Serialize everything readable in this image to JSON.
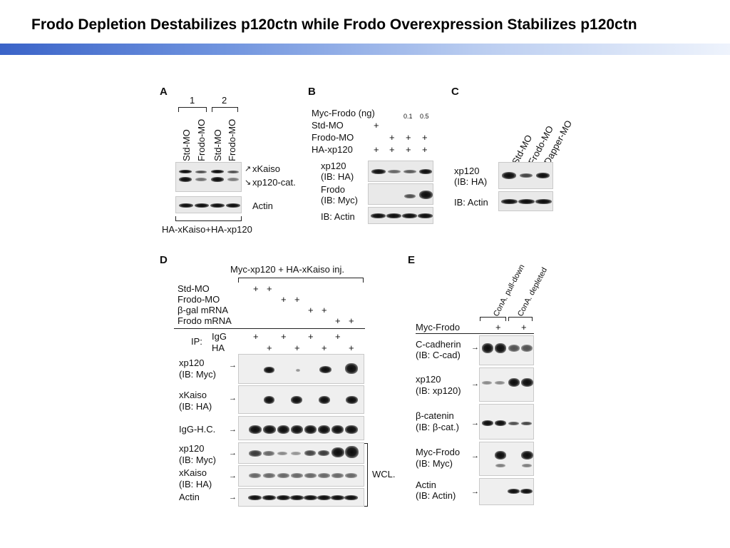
{
  "slide": {
    "title": "Frodo Depletion Destabilizes p120ctn while Frodo Overexpression Stabilizes p120ctn"
  },
  "figure": {
    "panelA": {
      "letter": "A",
      "groups": [
        "1",
        "2"
      ],
      "lanes": [
        "Std-MO",
        "Frodo-MO",
        "Std-MO",
        "Frodo-MO"
      ],
      "bands": [
        "xKaiso",
        "xp120-cat.",
        "Actin"
      ],
      "footer": "HA-xKaiso+HA-xp120"
    },
    "panelB": {
      "letter": "B",
      "rows": [
        {
          "label": "Myc-Frodo (ng)",
          "cells": [
            "",
            "",
            "0.1",
            "0.5"
          ]
        },
        {
          "label": "Std-MO",
          "cells": [
            "+",
            "",
            "",
            ""
          ]
        },
        {
          "label": "Frodo-MO",
          "cells": [
            "",
            "+",
            "+",
            "+"
          ]
        },
        {
          "label": "HA-xp120",
          "cells": [
            "+",
            "+",
            "+",
            "+"
          ]
        }
      ],
      "blots": [
        {
          "line1": "xp120",
          "line2": "(IB: HA)"
        },
        {
          "line1": "Frodo",
          "line2": "(IB: Myc)"
        },
        {
          "line1": "IB: Actin",
          "line2": ""
        }
      ]
    },
    "panelC": {
      "letter": "C",
      "lanes": [
        "Std-MO",
        "Frodo-MO",
        "Dapper-MO"
      ],
      "blots": [
        {
          "line1": "xp120",
          "line2": "(IB: HA)"
        },
        {
          "line1": "IB: Actin",
          "line2": ""
        }
      ]
    },
    "panelD": {
      "letter": "D",
      "header": "Myc-xp120 + HA-xKaiso inj.",
      "rows": [
        {
          "label": "Std-MO",
          "cells": [
            "+",
            "+",
            "",
            "",
            "",
            "",
            "",
            ""
          ]
        },
        {
          "label": "Frodo-MO",
          "cells": [
            "",
            "",
            "+",
            "+",
            "",
            "",
            "",
            ""
          ]
        },
        {
          "label": "β-gal mRNA",
          "cells": [
            "",
            "",
            "",
            "",
            "+",
            "+",
            "",
            ""
          ]
        },
        {
          "label": "Frodo mRNA",
          "cells": [
            "",
            "",
            "",
            "",
            "",
            "",
            "+",
            "+"
          ]
        },
        {
          "label": "IgG",
          "cells": [
            "+",
            "",
            "+",
            "",
            "+",
            "",
            "+",
            ""
          ]
        },
        {
          "label": "HA",
          "cells": [
            "",
            "+",
            "",
            "+",
            "",
            "+",
            "",
            "+"
          ]
        }
      ],
      "ip_label": "IP:",
      "blots": [
        {
          "line1": "xp120",
          "line2": "(IB: Myc)"
        },
        {
          "line1": "xKaiso",
          "line2": "(IB: HA)"
        },
        {
          "line1": "IgG-H.C.",
          "line2": ""
        },
        {
          "line1": "xp120",
          "line2": "(IB: Myc)"
        },
        {
          "line1": "xKaiso",
          "line2": "(IB: HA)"
        },
        {
          "line1": "Actin",
          "line2": ""
        }
      ],
      "wcl": "WCL."
    },
    "panelE": {
      "letter": "E",
      "groups": [
        "ConA. pull-down",
        "ConA. depleted"
      ],
      "row_label": "Myc-Frodo",
      "cells": [
        "",
        "+",
        "",
        "+"
      ],
      "blots": [
        {
          "line1": "C-cadherin",
          "line2": "(IB: C-cad)"
        },
        {
          "line1": "xp120",
          "line2": "(IB: xp120)"
        },
        {
          "line1": "β-catenin",
          "line2": "(IB: β-cat.)"
        },
        {
          "line1": "Myc-Frodo",
          "line2": "(IB: Myc)"
        },
        {
          "line1": "Actin",
          "line2": "(IB: Actin)"
        }
      ]
    }
  }
}
